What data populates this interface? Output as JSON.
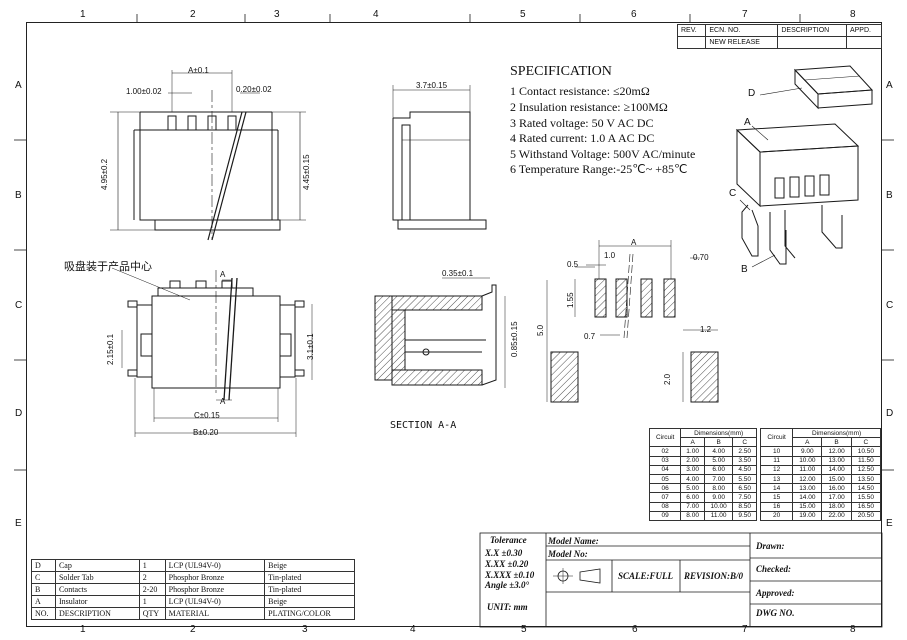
{
  "zones": {
    "cols": [
      "1",
      "2",
      "3",
      "4",
      "5",
      "6",
      "7",
      "8"
    ],
    "rows": [
      "A",
      "B",
      "C",
      "D",
      "E"
    ]
  },
  "revision_table": {
    "headers": [
      "REV.",
      "ECN. NO.",
      "DESCRIPTION",
      "APPD."
    ],
    "row": [
      "",
      "NEW RELEASE",
      "",
      ""
    ]
  },
  "specification": {
    "title": "SPECIFICATION",
    "items": [
      "1 Contact resistance: ≤20mΩ",
      "2 Insulation resistance: ≥100MΩ",
      "3 Rated voltage: 50 V AC DC",
      "4 Rated current: 1.0 A AC DC",
      "5 Withstand Voltage: 500V AC/minute",
      "6 Temperature Range:-25℃~ +85℃"
    ]
  },
  "dimensions_labels": {
    "a_tol": "A±0.1",
    "pitch": "1.00±0.02",
    "pin_w": "0.20±0.02",
    "h1": "4.95±0.2",
    "h2": "4.45±0.15",
    "depth": "3.7±0.15",
    "pick_note": "吸盘装于产品中心",
    "a1": "A",
    "a2": "A",
    "w1": "2.15±0.1",
    "w2": "3.1±0.1",
    "c_tol": "C±0.15",
    "b_tol": "B±0.20",
    "tab_h": "0.35±0.1",
    "pin_h": "0.85±0.15",
    "section": "SECTION A-A",
    "fp_a": "A",
    "fp_05": "0.5",
    "fp_10": "1.0",
    "fp_070": "0.70",
    "fp_155": "1.55",
    "fp_50": "5.0",
    "fp_07": "0.7",
    "fp_12": "1.2",
    "fp_20": "2.0",
    "iso_d": "D",
    "iso_a": "A",
    "iso_c": "C",
    "iso_b": "B"
  },
  "dimension_table": {
    "title": "Dimensions(mm)",
    "headers": [
      "Circuit",
      "A",
      "B",
      "C"
    ],
    "left_rows": [
      [
        "02",
        "1.00",
        "4.00",
        "2.50"
      ],
      [
        "03",
        "2.00",
        "5.00",
        "3.50"
      ],
      [
        "04",
        "3.00",
        "6.00",
        "4.50"
      ],
      [
        "05",
        "4.00",
        "7.00",
        "5.50"
      ],
      [
        "06",
        "5.00",
        "8.00",
        "6.50"
      ],
      [
        "07",
        "6.00",
        "9.00",
        "7.50"
      ],
      [
        "08",
        "7.00",
        "10.00",
        "8.50"
      ],
      [
        "09",
        "8.00",
        "11.00",
        "9.50"
      ]
    ],
    "right_rows": [
      [
        "10",
        "9.00",
        "12.00",
        "10.50"
      ],
      [
        "11",
        "10.00",
        "13.00",
        "11.50"
      ],
      [
        "12",
        "11.00",
        "14.00",
        "12.50"
      ],
      [
        "13",
        "12.00",
        "15.00",
        "13.50"
      ],
      [
        "14",
        "13.00",
        "16.00",
        "14.50"
      ],
      [
        "15",
        "14.00",
        "17.00",
        "15.50"
      ],
      [
        "16",
        "15.00",
        "18.00",
        "16.50"
      ],
      [
        "20",
        "19.00",
        "22.00",
        "20.50"
      ]
    ]
  },
  "bom": {
    "rows": [
      [
        "D",
        "Cap",
        "1",
        "LCP (UL94V-0)",
        "Beige"
      ],
      [
        "C",
        "Solder Tab",
        "2",
        "Phosphor Bronze",
        "Tin-plated"
      ],
      [
        "B",
        "Contacts",
        "2-20",
        "Phosphor Bronze",
        "Tin-plated"
      ],
      [
        "A",
        "Insulator",
        "1",
        "LCP (UL94V-0)",
        "Beige"
      ],
      [
        "NO.",
        "DESCRIPTION",
        "QTY",
        "MATERIAL",
        "PLATING/COLOR"
      ]
    ]
  },
  "title_block": {
    "tolerance": "Tolerance",
    "tol_x": "X.X ±0.30",
    "tol_xx": "X.XX ±0.20",
    "tol_xxx": "X.XXX ±0.10",
    "tol_angle": "Angle ±3.0°",
    "unit": "UNIT: mm",
    "model_name": "Model Name:",
    "model_no": "Model No:",
    "scale": "SCALE:FULL",
    "revision": "REVISION:B/0",
    "drawn": "Drawn:",
    "checked": "Checked:",
    "approved": "Approved:",
    "dwg_no": "DWG NO."
  }
}
